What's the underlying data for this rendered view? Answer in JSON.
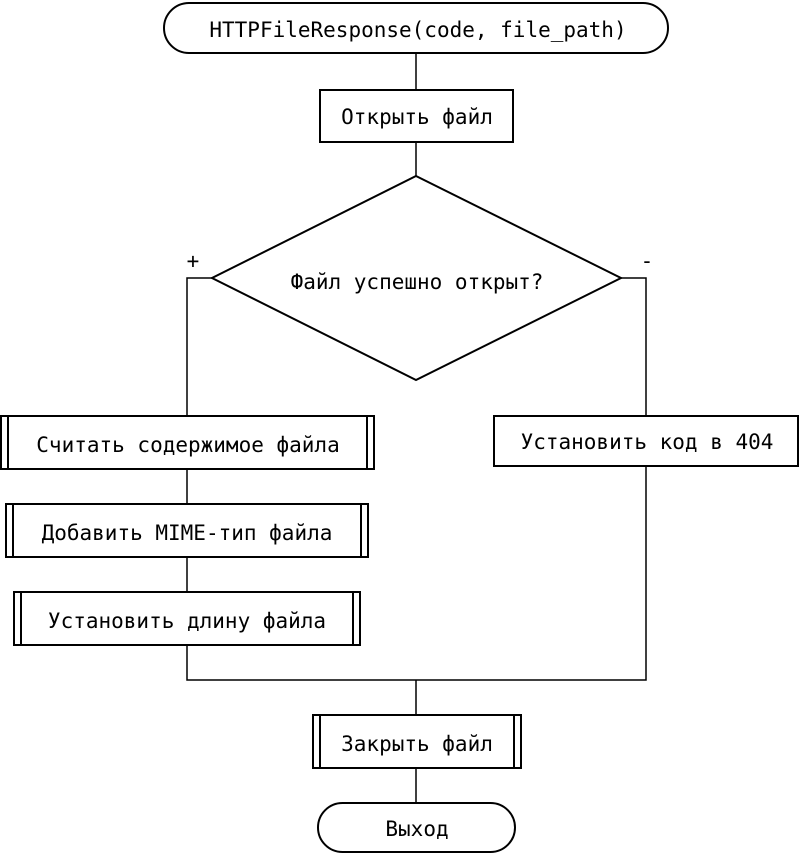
{
  "flowchart": {
    "start": "HTTPFileResponse(code, file_path)",
    "open_file": "Открыть файл",
    "decision": "Файл успешно открыт?",
    "yes_label": "+",
    "no_label": "-",
    "read_contents": "Считать содержимое файла",
    "add_mime": "Добавить MIME-тип файла",
    "set_length": "Установить длину файла",
    "set_404": "Установить код в 404",
    "close_file": "Закрыть файл",
    "end": "Выход"
  }
}
